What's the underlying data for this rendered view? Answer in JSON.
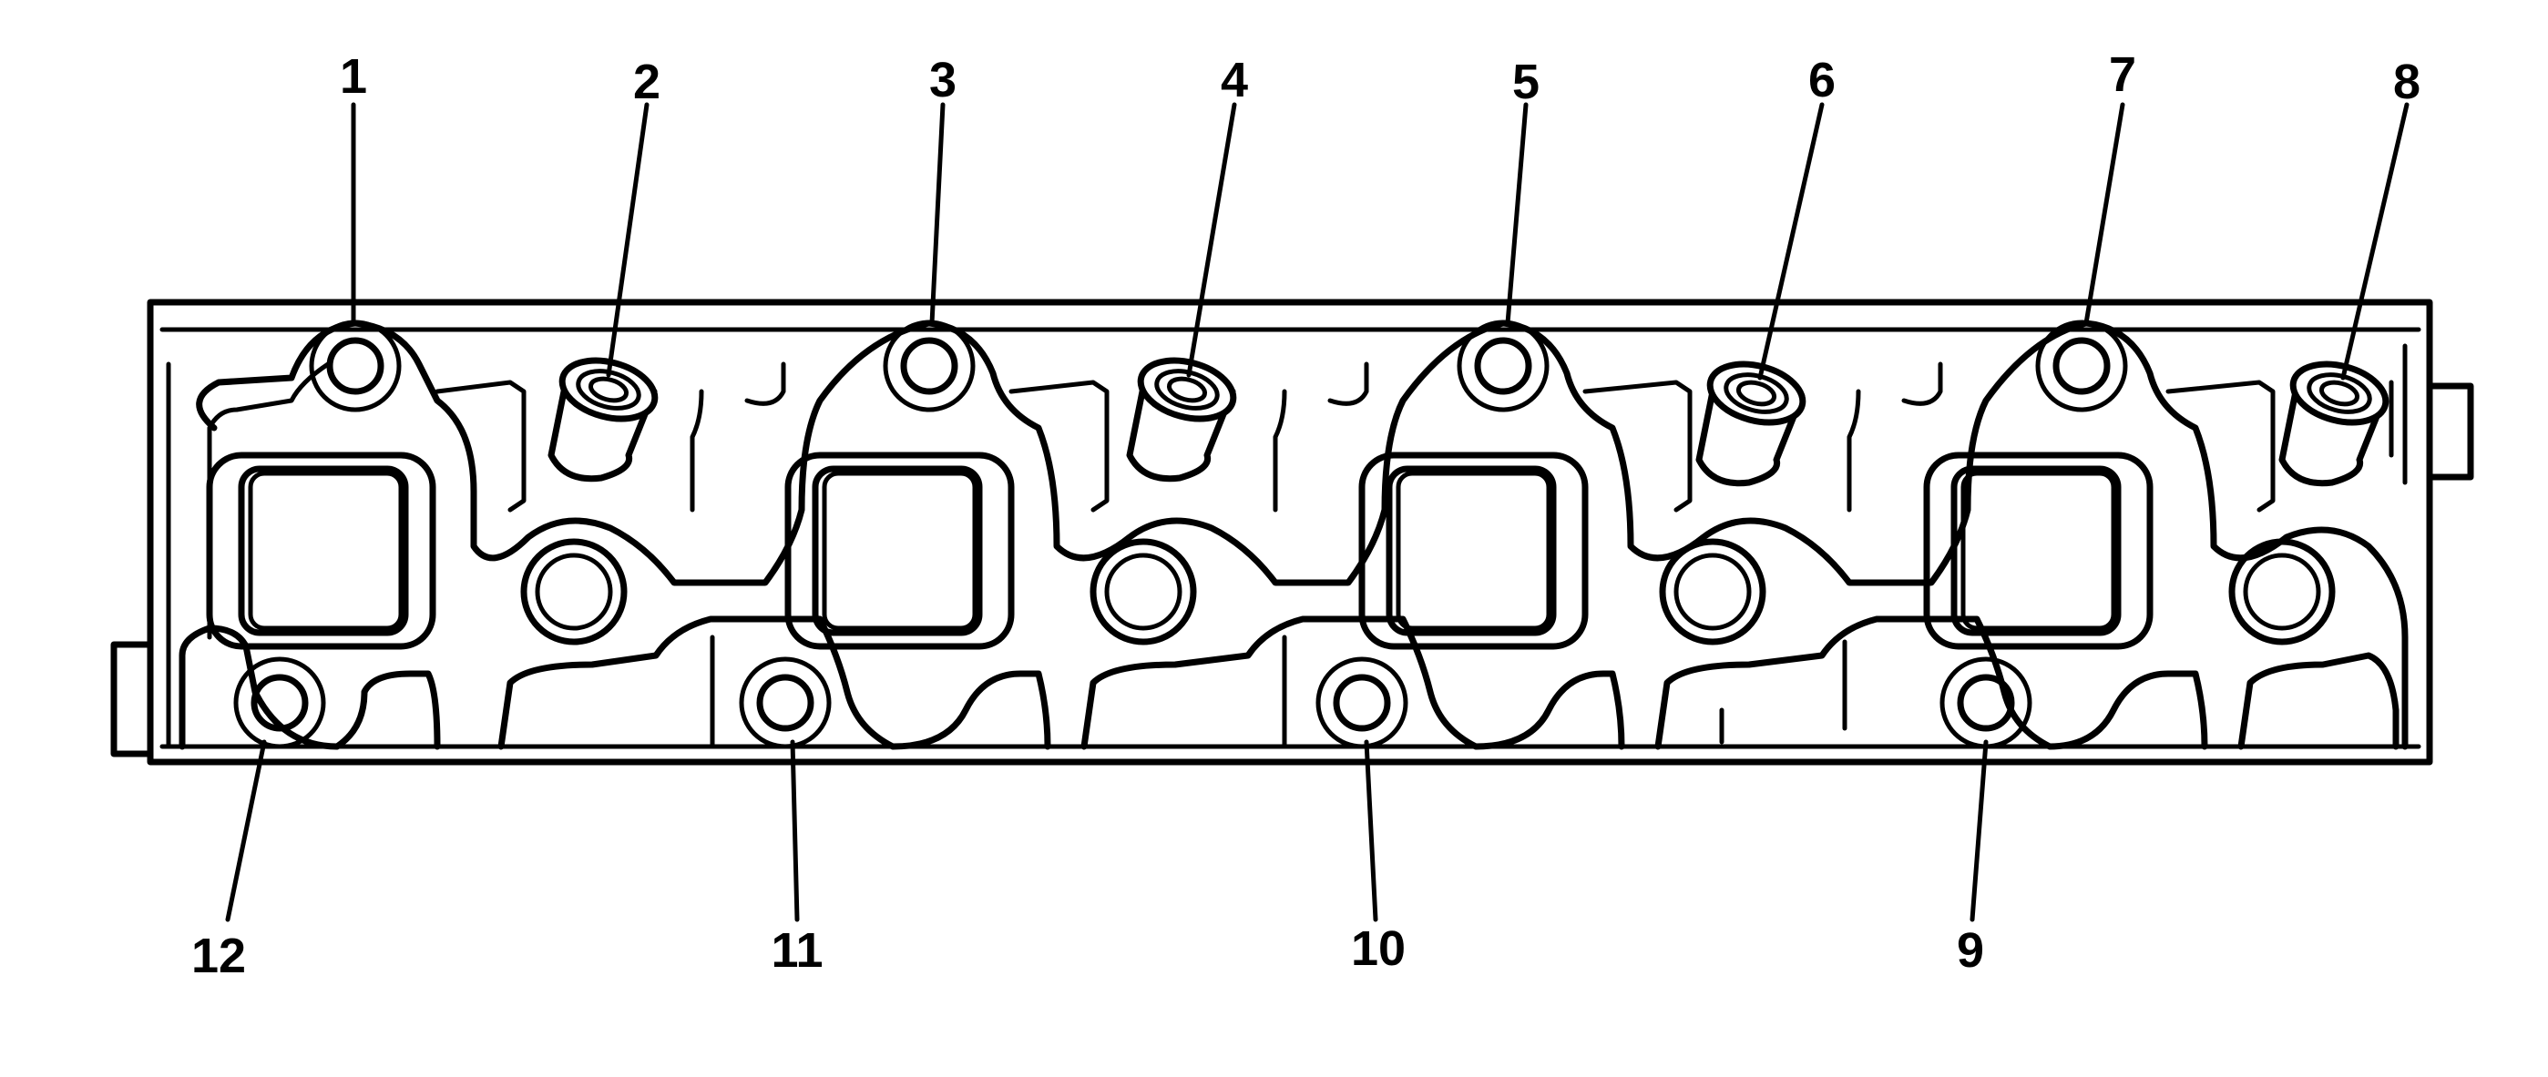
{
  "diagram": {
    "subject": "cylinder head intake manifold mounting face",
    "callouts": [
      {
        "id": "1",
        "label": "1"
      },
      {
        "id": "2",
        "label": "2"
      },
      {
        "id": "3",
        "label": "3"
      },
      {
        "id": "4",
        "label": "4"
      },
      {
        "id": "5",
        "label": "5"
      },
      {
        "id": "6",
        "label": "6"
      },
      {
        "id": "7",
        "label": "7"
      },
      {
        "id": "8",
        "label": "8"
      },
      {
        "id": "9",
        "label": "9"
      },
      {
        "id": "10",
        "label": "10"
      },
      {
        "id": "11",
        "label": "11"
      },
      {
        "id": "12",
        "label": "12"
      }
    ],
    "colors": {
      "ink": "#000000",
      "background": "#ffffff"
    }
  }
}
